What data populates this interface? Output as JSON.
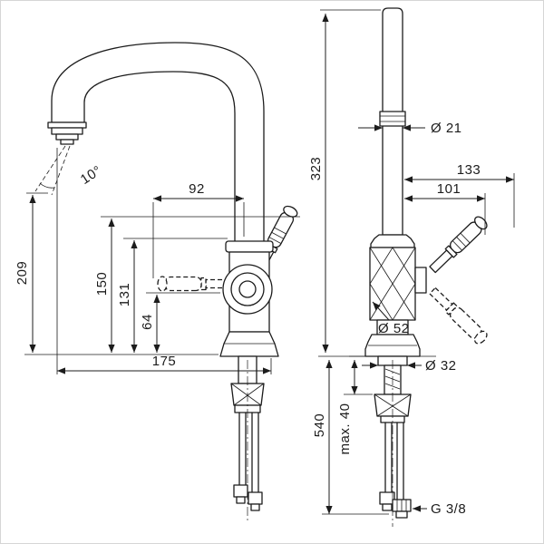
{
  "drawing": {
    "side_view": {
      "spray_angle": "10°",
      "dim_92": "92",
      "dim_209": "209",
      "dim_150": "150",
      "dim_131": "131",
      "dim_64": "64",
      "dim_175": "175"
    },
    "front_view": {
      "dim_d21": "Ø 21",
      "dim_323": "323",
      "dim_133": "133",
      "dim_101": "101",
      "dim_d52": "Ø 52",
      "dim_d32": "Ø 32",
      "dim_540": "540",
      "dim_max40": "max. 40",
      "dim_g38": "G 3/8"
    }
  }
}
